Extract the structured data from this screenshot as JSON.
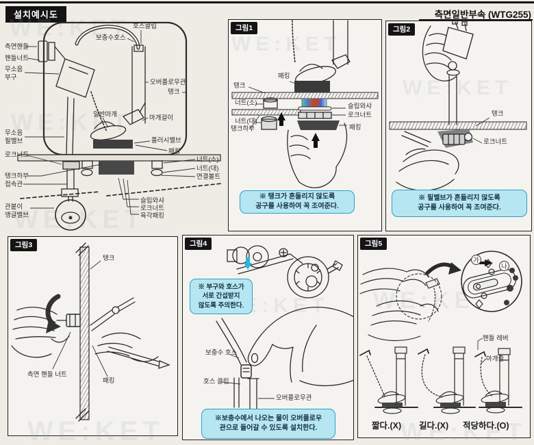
{
  "page": {
    "title": "설치예시도",
    "part_code": "측면일반부속 (WTG255)",
    "watermark": "WE:KET"
  },
  "colors": {
    "note_bg": "#b5e6f1",
    "note_border": "#2f9ec4",
    "accent_cyan": "#2ab6d9"
  },
  "main": {
    "labels": {
      "hose_clip": "호스클립",
      "refill_hose": "보충수호스",
      "side_handle": "측면핸들",
      "handle_nut": "핸들너트",
      "silent_float": "무소음\n부구",
      "overflow_pipe": "오버플로우관",
      "tank": "탱크",
      "plain_stopper": "일반마개",
      "stopper_hanger": "마개걸이",
      "silent_fill_valve": "무소음\n필밸브",
      "flush_valve": "플러시밸브",
      "packing": "패킹",
      "lock_nut": "로크너트",
      "nut_small": "너트(소)",
      "nut_large": "너트(대)",
      "connecting_bolt": "연결볼트",
      "tank_bottom": "탱크하부",
      "connecting_pipe": "접속관",
      "slip_washer": "슬립와샤",
      "lock_nut2": "로크너트",
      "hex_packing": "육각패킹",
      "angle_valve": "관붙이\n앵글밸브"
    }
  },
  "fig1": {
    "title": "그림1",
    "labels": {
      "packing_top": "패킹",
      "tank": "탱크",
      "nut_small": "너트(소)",
      "nut_large": "너트(대)",
      "tank_bottom": "탱크하부",
      "slip_washer": "슬립와샤",
      "lock_nut": "로크너트",
      "packing": "패킹"
    },
    "note": "※ 탱크가 흔들리지 않도록\n공구를 사용하여 꼭 조여준다."
  },
  "fig2": {
    "title": "그림2",
    "labels": {
      "tank": "탱크",
      "lock_nut": "로크너트"
    },
    "note": "※ 필밸브가 흔들리지 않도록\n공구를 사용하여 꼭 조여준다."
  },
  "fig3": {
    "title": "그림3",
    "labels": {
      "tank": "탱크",
      "side_handle_nut": "측면 핸들 너트",
      "packing": "패킹"
    }
  },
  "fig4": {
    "title": "그림4",
    "labels": {
      "refill_hose": "보충수 호스",
      "hose_clip": "호스 클립",
      "overflow_pipe": "오버플로우관"
    },
    "note_top": "※ 부구와 호스가\n서로 간섭받지\n않도록 주의한다.",
    "note_bottom": "※보충수에서 나오는 물이 오버플로우\n관으로 들어갈 수 있도록 설치한다."
  },
  "fig5": {
    "title": "그림5",
    "labels": {
      "handle_lever": "핸들 레버",
      "stopper_chain": "마개줄",
      "point_a": "가",
      "point_b": "나"
    },
    "captions": [
      "짧다.(X)",
      "길다.(X)",
      "적당하다.(O)"
    ]
  }
}
